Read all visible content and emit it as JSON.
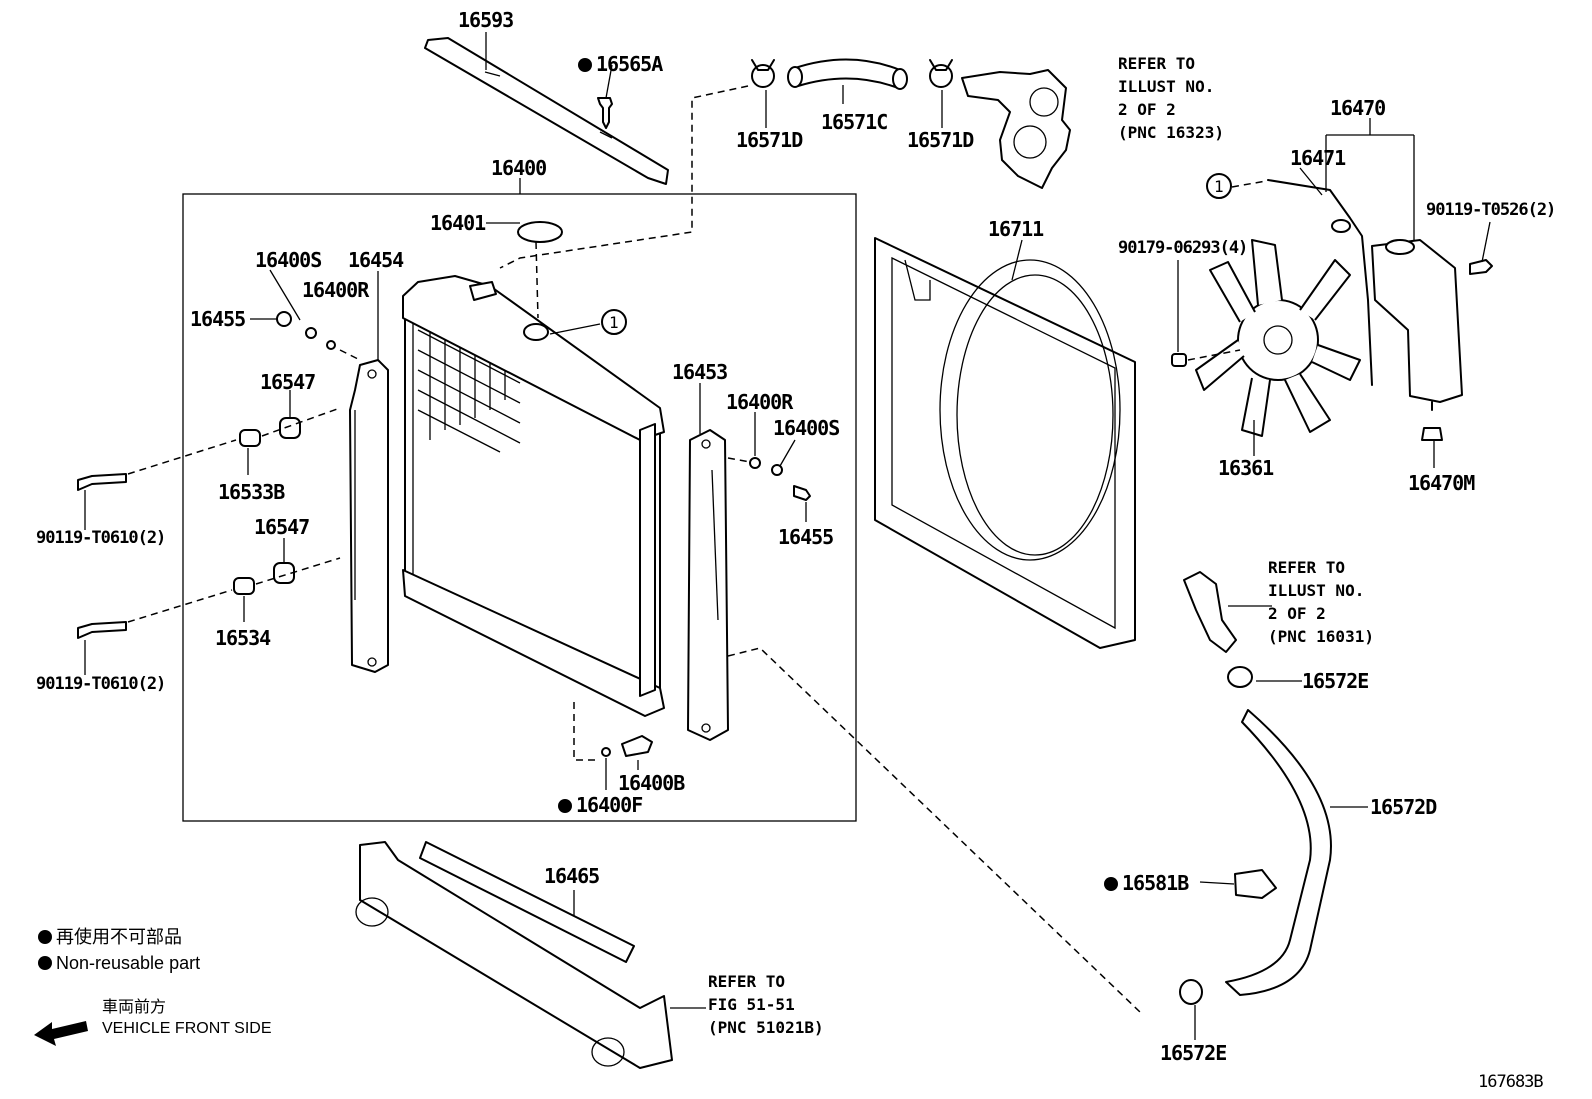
{
  "parts": {
    "p16593": "16593",
    "p16565A": "16565A",
    "p16571D_a": "16571D",
    "p16571C": "16571C",
    "p16571D_b": "16571D",
    "p16400": "16400",
    "p16401": "16401",
    "p16400S_a": "16400S",
    "p16454": "16454",
    "p16400R_a": "16400R",
    "p16455_a": "16455",
    "p16547_a": "16547",
    "p16533B": "16533B",
    "p90119_T0610_a": "90119-T0610(2)",
    "p16547_b": "16547",
    "p16534": "16534",
    "p90119_T0610_b": "90119-T0610(2)",
    "p16453": "16453",
    "p16400R_b": "16400R",
    "p16400S_b": "16400S",
    "p16455_b": "16455",
    "p16400B": "16400B",
    "p16400F": "16400F",
    "p16465": "16465",
    "p16711": "16711",
    "p16470": "16470",
    "p16471": "16471",
    "p90119_T0526": "90119-T0526(2)",
    "p90179_06293": "90179-06293(4)",
    "p16361": "16361",
    "p16470M": "16470M",
    "p16572E_a": "16572E",
    "p16572D": "16572D",
    "p16581B": "16581B",
    "p16572E_b": "16572E"
  },
  "refs": {
    "ref_circle": "1",
    "note_16323": [
      "REFER TO",
      "ILLUST NO.",
      "2 OF 2",
      "(PNC 16323)"
    ],
    "note_16031": [
      "REFER TO",
      "ILLUST NO.",
      "2 OF 2",
      "(PNC 16031)"
    ],
    "note_51021B": [
      "REFER  TO",
      "FIG 51-51",
      "(PNC 51021B)"
    ]
  },
  "legend": {
    "nonreusable_jp": "再使用不可部品",
    "nonreusable_en": "Non-reusable part",
    "front_jp": "車両前方",
    "front_en": "VEHICLE FRONT SIDE"
  },
  "figure_id": "167683B"
}
